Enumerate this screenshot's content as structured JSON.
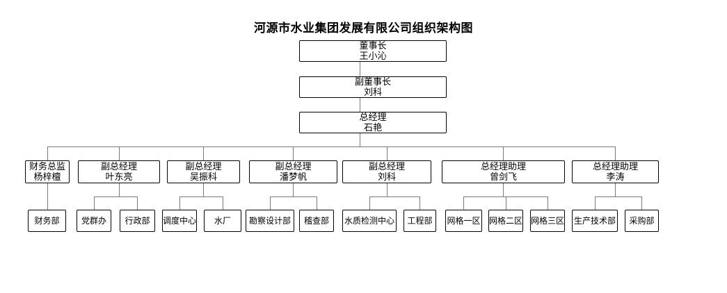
{
  "title": "河源市水业集团发展有限公司组织架构图",
  "nodes": {
    "chairman": {
      "role": "董事长",
      "name": "王小沁"
    },
    "vice_chairman": {
      "role": "副董事长",
      "name": "刘科"
    },
    "general_manager": {
      "role": "总经理",
      "name": "石艳"
    },
    "executives": [
      {
        "role": "财务总监",
        "name": "杨梓檀"
      },
      {
        "role": "副总经理",
        "name": "叶东亮"
      },
      {
        "role": "副总经理",
        "name": "吴振科"
      },
      {
        "role": "副总经理",
        "name": "潘梦帆"
      },
      {
        "role": "副总经理",
        "name": "刘科"
      },
      {
        "role": "总经理助理",
        "name": "曾剑飞"
      },
      {
        "role": "总经理助理",
        "name": "李涛"
      }
    ],
    "departments": [
      {
        "label": "财务部"
      },
      {
        "label": "党群办"
      },
      {
        "label": "行政部"
      },
      {
        "label": "调度中心"
      },
      {
        "label": "水厂"
      },
      {
        "label": "勘察设计部"
      },
      {
        "label": "稽查部"
      },
      {
        "label": "水质检测中心"
      },
      {
        "label": "工程部"
      },
      {
        "label": "网格一区"
      },
      {
        "label": "网格二区"
      },
      {
        "label": "网格三区"
      },
      {
        "label": "生产技术部"
      },
      {
        "label": "采购部"
      }
    ]
  }
}
